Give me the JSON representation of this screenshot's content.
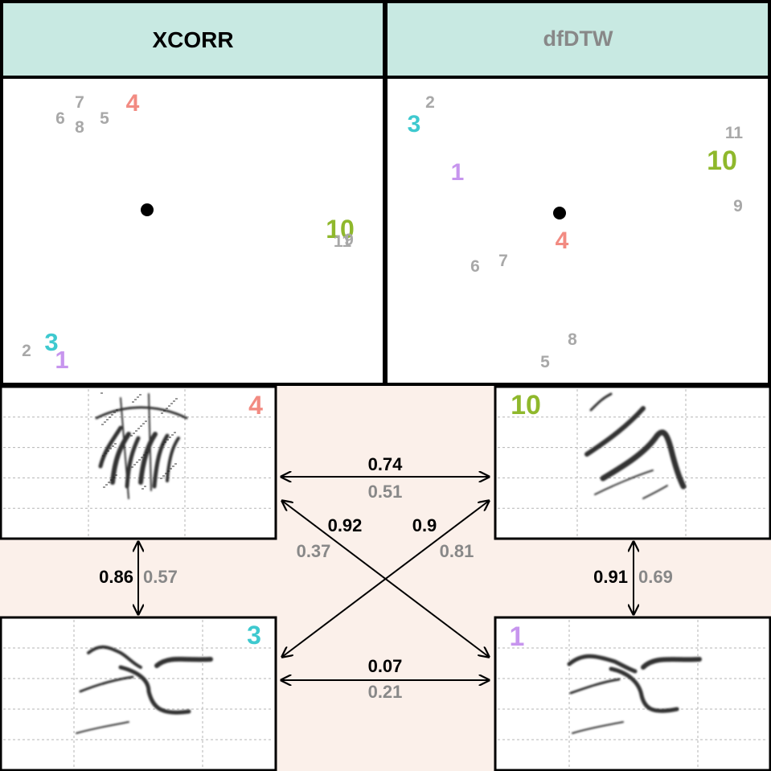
{
  "colors": {
    "header_bg": "#c8e9e2",
    "pink_bg": "#fbf0ea",
    "gray": "#a8a8a8",
    "arrow_gray": "#888888",
    "c4": "#f28b82",
    "c3": "#3ec9cf",
    "c1": "#c795ee",
    "c10": "#8fb82c"
  },
  "headers": {
    "left": "XCORR",
    "right": "dfDTW",
    "left_color": "#000000",
    "right_color": "#888888"
  },
  "scatter_left": {
    "points": [
      {
        "label": "7",
        "kind": "gray"
      },
      {
        "label": "6",
        "kind": "gray"
      },
      {
        "label": "8",
        "kind": "gray"
      },
      {
        "label": "5",
        "kind": "gray"
      },
      {
        "label": "4",
        "kind": "c4"
      },
      {
        "label": "10",
        "kind": "c10"
      },
      {
        "label": "11",
        "kind": "gray"
      },
      {
        "label": "9",
        "kind": "gray"
      },
      {
        "label": "2",
        "kind": "gray"
      },
      {
        "label": "3",
        "kind": "c3"
      },
      {
        "label": "1",
        "kind": "c1"
      }
    ]
  },
  "scatter_right": {
    "points": [
      {
        "label": "2",
        "kind": "gray"
      },
      {
        "label": "3",
        "kind": "c3"
      },
      {
        "label": "1",
        "kind": "c1"
      },
      {
        "label": "11",
        "kind": "gray"
      },
      {
        "label": "10",
        "kind": "c10"
      },
      {
        "label": "9",
        "kind": "gray"
      },
      {
        "label": "4",
        "kind": "c4"
      },
      {
        "label": "6",
        "kind": "gray"
      },
      {
        "label": "7",
        "kind": "gray"
      },
      {
        "label": "8",
        "kind": "gray"
      },
      {
        "label": "5",
        "kind": "gray"
      }
    ]
  },
  "spectrograms": {
    "top_left": {
      "label": "4",
      "kind": "c4"
    },
    "bottom_left": {
      "label": "3",
      "kind": "c3"
    },
    "top_right": {
      "label": "10",
      "kind": "c10"
    },
    "bottom_right": {
      "label": "1",
      "kind": "c1"
    }
  },
  "pairs": {
    "top": {
      "xcorr": "0.74",
      "dfdtw": "0.51"
    },
    "bottom": {
      "xcorr": "0.07",
      "dfdtw": "0.21"
    },
    "left": {
      "xcorr": "0.86",
      "dfdtw": "0.57"
    },
    "right": {
      "xcorr": "0.91",
      "dfdtw": "0.69"
    },
    "diag_a": {
      "xcorr": "0.92",
      "dfdtw": "0.37"
    },
    "diag_b": {
      "xcorr": "0.9",
      "dfdtw": "0.81"
    }
  }
}
